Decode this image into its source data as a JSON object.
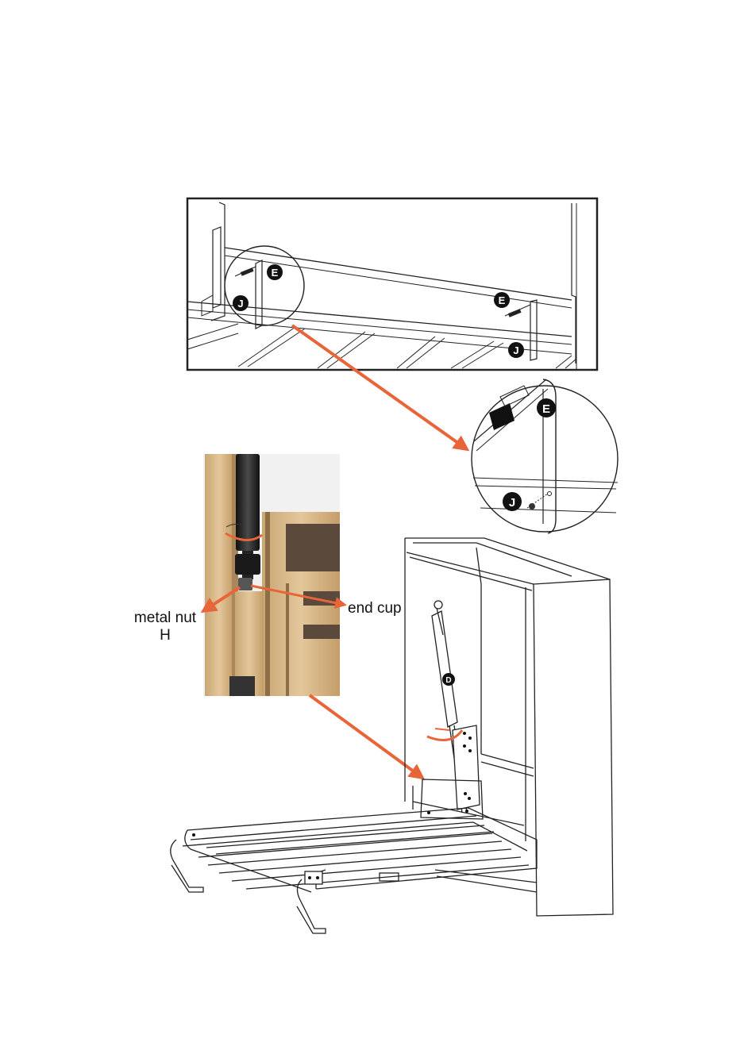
{
  "labels": {
    "metal_nut": "metal nut",
    "metal_nut_code": "H",
    "end_cup": "end cup"
  },
  "markers": {
    "E": "E",
    "J": "J",
    "D": "D"
  },
  "colors": {
    "arrow": "#e8653a",
    "line": "#222222",
    "wood_light": "#d9b98a",
    "wood_dark": "#5b4a3c",
    "strut": "#2a2a2a"
  }
}
